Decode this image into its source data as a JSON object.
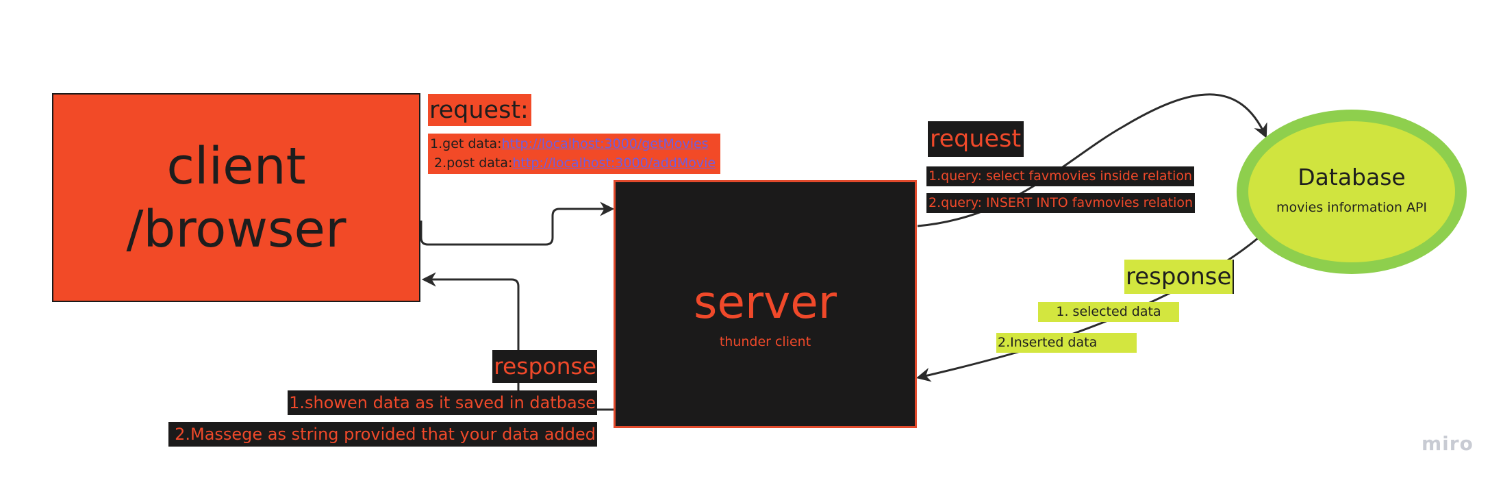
{
  "client": {
    "line1": "client",
    "line2": "/browser"
  },
  "server": {
    "title": "server",
    "subtitle": "thunder client"
  },
  "database": {
    "title": "Database",
    "subtitle": "movies information API"
  },
  "client_request": {
    "label": "request:",
    "get_label": "1.get data:",
    "get_link": "http://localhost:3000/getMovies",
    "post_label": "2.post data:",
    "post_link": "http://localhost:3000/addMovie"
  },
  "server_request": {
    "label": "request",
    "query1": "1.query: select favmovies inside relation",
    "query2": "2.query: INSERT INTO favmovies relation"
  },
  "db_response": {
    "label": "response",
    "item1": "1. selected data",
    "item2": "2.Inserted data"
  },
  "client_response": {
    "label": "response",
    "item1": "1.showen data as it saved in datbase",
    "item2": "2.Massege as string provided that your data added"
  },
  "watermark": "miro",
  "colors": {
    "client_fill": "#f24a27",
    "server_fill": "#1b1a1a",
    "server_text": "#f0492a",
    "db_fill": "#d0e43f",
    "db_border": "#8ecf4d",
    "link": "#6e5ee0"
  }
}
